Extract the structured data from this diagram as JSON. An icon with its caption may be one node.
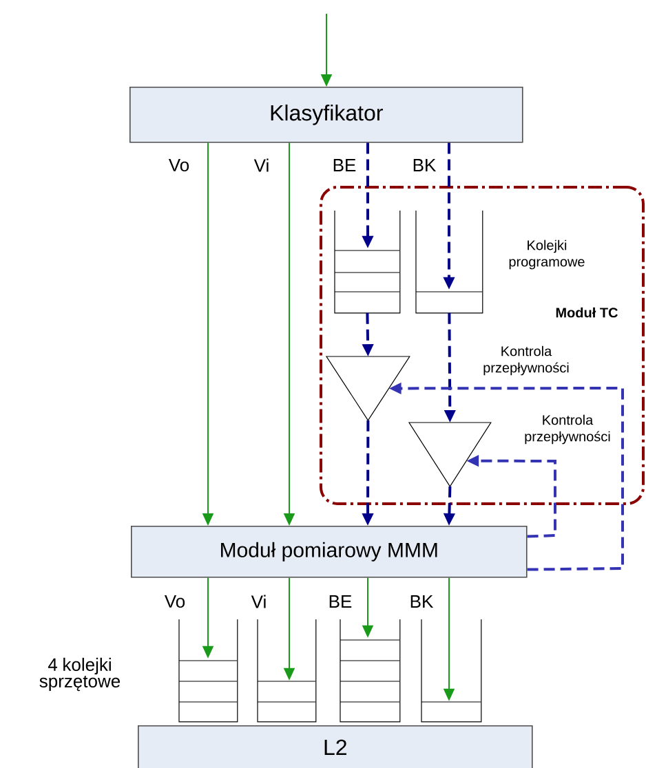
{
  "diagram": {
    "nodes": [
      {
        "text": [
          "Klasyfikator"
        ]
      },
      {
        "text": [
          "Moduł TC"
        ]
      },
      {
        "text": [],
        "shape": "queue",
        "in": 1
      },
      {
        "text": [],
        "shape": "queue",
        "in": 1
      },
      {
        "text": [],
        "shape": "triangle",
        "in": 1
      },
      {
        "text": [],
        "shape": "triangle",
        "in": 1
      },
      {
        "text": [
          "Moduł pomiarowy MMM"
        ]
      },
      {
        "text": [],
        "shape": "queue"
      },
      {
        "text": [],
        "shape": "queue"
      },
      {
        "text": [],
        "shape": "queue"
      },
      {
        "text": [],
        "shape": "queue"
      },
      {
        "text": [
          "L2"
        ]
      }
    ],
    "edges": [
      {
        "from": null,
        "to": 0,
        "arrow": "to"
      },
      {
        "from": 0,
        "to": 6,
        "arrow": "to",
        "label": "Vo"
      },
      {
        "from": 0,
        "to": 6,
        "arrow": "to",
        "label": "Vi"
      },
      {
        "from": 0,
        "to": 2,
        "arrow": "to",
        "label": "BE",
        "style": "dashed",
        "color": "#00008b"
      },
      {
        "from": 0,
        "to": 3,
        "arrow": "to",
        "label": "BK",
        "style": "dashed",
        "color": "#00008b"
      },
      {
        "from": 2,
        "to": 4,
        "arrow": "to",
        "style": "dashed",
        "color": "#00008b"
      },
      {
        "from": 3,
        "to": 5,
        "arrow": "to",
        "style": "dashed",
        "color": "#00008b"
      },
      {
        "from": 4,
        "to": 6,
        "arrow": "to",
        "style": "dashed",
        "color": "#00008b"
      },
      {
        "from": 5,
        "to": 6,
        "arrow": "to",
        "style": "dashed",
        "color": "#00008b"
      },
      {
        "from": 6,
        "to": 4,
        "arrow": "to",
        "style": "dashed",
        "color": "#3333b3"
      },
      {
        "from": 6,
        "to": 5,
        "arrow": "to",
        "style": "dashed",
        "color": "#3333b3"
      },
      {
        "from": 6,
        "to": 7,
        "arrow": "to",
        "label": "Vo"
      },
      {
        "from": 6,
        "to": 8,
        "arrow": "to",
        "label": "Vi"
      },
      {
        "from": 6,
        "to": 9,
        "arrow": "to",
        "label": "BE"
      },
      {
        "from": 6,
        "to": 10,
        "arrow": "to",
        "label": "BK"
      }
    ],
    "labels": [
      "Kolejki programowe",
      "Kontrola przepływności",
      "Kontrola przepływności",
      "4 kolejki sprzętowe"
    ]
  }
}
